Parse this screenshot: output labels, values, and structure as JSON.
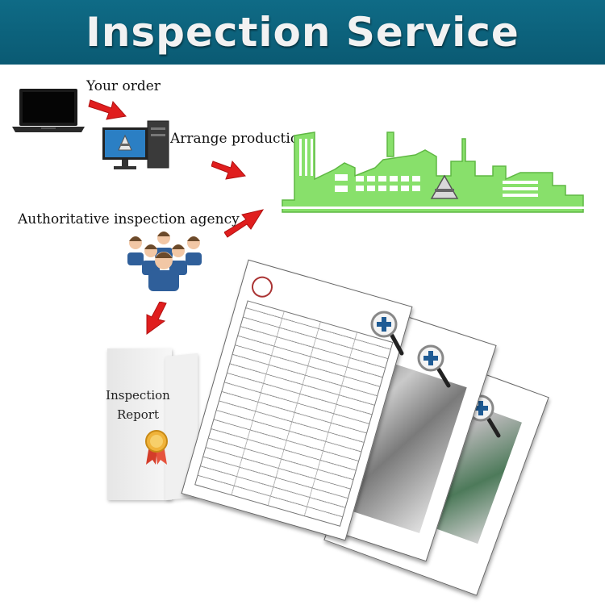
{
  "banner": {
    "title": "Inspection Service",
    "bg_color": "#0f6b86"
  },
  "steps": {
    "order": "Your order",
    "production": "Arrange production",
    "agency": "Authoritative inspection agency"
  },
  "report": {
    "line1": "Inspection",
    "line2": "Report"
  },
  "colors": {
    "factory": "#88e06b",
    "arrow": "#e01e1e"
  },
  "icons": [
    "laptop-icon",
    "desktop-computer-icon",
    "factory-icon",
    "people-group-icon",
    "award-ribbon-icon",
    "magnifier-plus-icon"
  ]
}
